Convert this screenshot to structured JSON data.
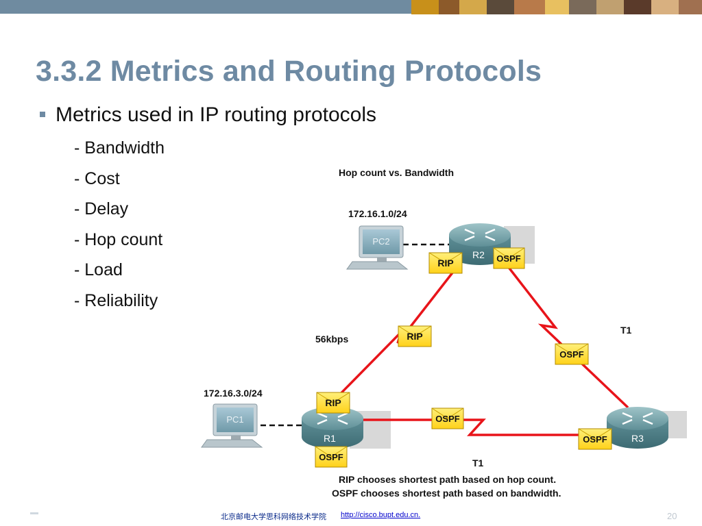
{
  "slide": {
    "title": "3.3.2 Metrics and Routing Protocols",
    "bullet": "Metrics used in IP routing protocols",
    "metrics": [
      "- Bandwidth",
      "- Cost",
      "- Delay",
      "- Hop count",
      "- Load",
      "- Reliability"
    ],
    "footer_cn": "北京邮电大学思科网络技术学院",
    "footer_link": "http://cisco.bupt.edu.cn.",
    "page_number": "20"
  },
  "diagram": {
    "title": "Hop count vs. Bandwidth",
    "net_top": "172.16.1.0/24",
    "net_left": "172.16.3.0/24",
    "pc_top": "PC2",
    "pc_left": "PC1",
    "router_top": "R2",
    "router_left": "R1",
    "router_right": "R3",
    "link_56k": "56kbps",
    "link_t1_right": "T1",
    "link_t1_bottom": "T1",
    "tag_rip": "RIP",
    "tag_ospf": "OSPF",
    "caption_line1": "RIP chooses shortest path based on hop count.",
    "caption_line2": "OSPF chooses shortest path based on bandwidth."
  },
  "colors": {
    "title": "#6e8aa3",
    "header_bar": "#6f8ba0",
    "link": "#e8141a",
    "router": "#5f8f97",
    "tag_fill": "#ffde21"
  }
}
